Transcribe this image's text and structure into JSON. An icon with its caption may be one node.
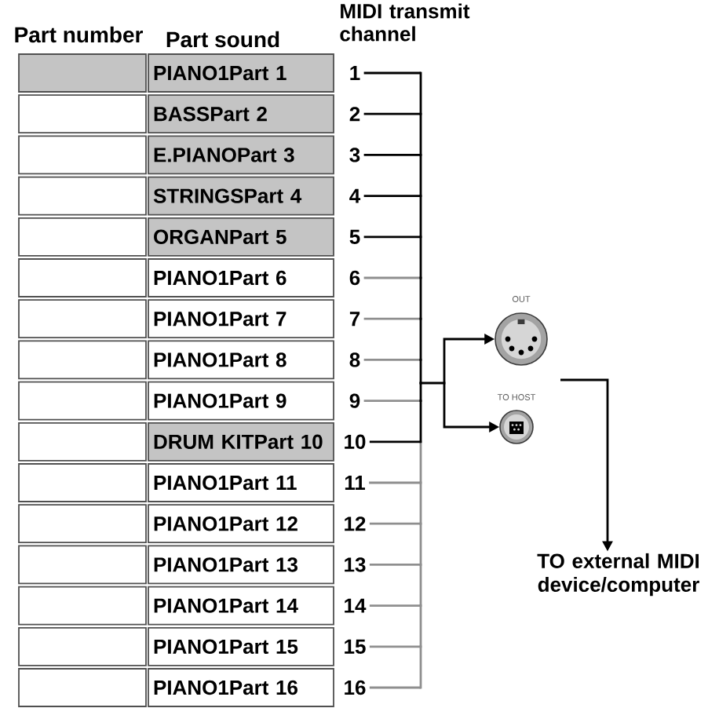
{
  "diagram": {
    "nodes": [
      {
        "text": [],
        "shape": "box"
      },
      {
        "text": [
          "PIANO1Part 1"
        ]
      },
      {
        "text": [
          "1"
        ]
      },
      {
        "text": [],
        "shape": "box"
      },
      {
        "text": [
          "BASSPart 2"
        ]
      },
      {
        "text": [
          "2"
        ]
      },
      {
        "text": [],
        "shape": "box"
      },
      {
        "text": [
          "E.PIANOPart 3"
        ]
      },
      {
        "text": [
          "3"
        ]
      },
      {
        "text": [],
        "shape": "box"
      },
      {
        "text": [
          "STRINGSPart 4"
        ]
      },
      {
        "text": [
          "4"
        ]
      },
      {
        "text": [],
        "shape": "box"
      },
      {
        "text": [
          "ORGANPart 5"
        ]
      },
      {
        "text": [
          "5"
        ]
      },
      {
        "text": [],
        "shape": "box"
      },
      {
        "text": [
          "PIANO1Part 6"
        ]
      },
      {
        "text": [
          "6"
        ]
      },
      {
        "text": [],
        "shape": "box"
      },
      {
        "text": [
          "PIANO1Part 7"
        ]
      },
      {
        "text": [
          "7"
        ]
      },
      {
        "text": [],
        "shape": "box"
      },
      {
        "text": [
          "PIANO1Part 8"
        ]
      },
      {
        "text": [
          "8"
        ]
      },
      {
        "text": [],
        "shape": "box"
      },
      {
        "text": [
          "PIANO1Part 9"
        ]
      },
      {
        "text": [
          "9"
        ]
      },
      {
        "text": [],
        "shape": "box"
      },
      {
        "text": [
          "DRUM KITPart 10"
        ]
      },
      {
        "text": [
          "10"
        ]
      },
      {
        "text": [],
        "shape": "box"
      },
      {
        "text": [
          "PIANO1Part 11"
        ]
      },
      {
        "text": [
          "11"
        ]
      },
      {
        "text": [],
        "shape": "box"
      },
      {
        "text": [
          "PIANO1Part 12"
        ]
      },
      {
        "text": [
          "12"
        ]
      },
      {
        "text": [],
        "shape": "box"
      },
      {
        "text": [
          "PIANO1Part 13"
        ]
      },
      {
        "text": [
          "13"
        ]
      },
      {
        "text": [],
        "shape": "box"
      },
      {
        "text": [
          "PIANO1Part 14"
        ]
      },
      {
        "text": [
          "14"
        ]
      },
      {
        "text": [],
        "shape": "box"
      },
      {
        "text": [
          "PIANO1Part 15"
        ]
      },
      {
        "text": [
          "15"
        ]
      },
      {
        "text": [],
        "shape": "box"
      },
      {
        "text": [
          "PIANO1Part 16"
        ]
      },
      {
        "text": [
          "16"
        ]
      },
      {
        "text": [
          "OUT"
        ]
      },
      {
        "text": [
          "TO HOST"
        ]
      },
      {
        "text": [
          "TO external MIDI device/computer"
        ]
      }
    ],
    "edges": [
      {
        "from": 2,
        "to": 48,
        "arrow": "to",
        "color": "#000000"
      },
      {
        "from": 2,
        "to": 49,
        "arrow": "to",
        "color": "#000000"
      },
      {
        "from": 5,
        "to": 48,
        "arrow": "to",
        "color": "#000000"
      },
      {
        "from": 5,
        "to": 49,
        "arrow": "to",
        "color": "#000000"
      },
      {
        "from": 8,
        "to": 48,
        "arrow": "to",
        "color": "#000000"
      },
      {
        "from": 8,
        "to": 49,
        "arrow": "to",
        "color": "#000000"
      },
      {
        "from": 11,
        "to": 48,
        "arrow": "to",
        "color": "#000000"
      },
      {
        "from": 11,
        "to": 49,
        "arrow": "to",
        "color": "#000000"
      },
      {
        "from": 14,
        "to": 48,
        "arrow": "to",
        "color": "#000000"
      },
      {
        "from": 14,
        "to": 49,
        "arrow": "to",
        "color": "#000000"
      },
      {
        "from": 17,
        "to": 48,
        "arrow": "to"
      },
      {
        "from": 17,
        "to": 49,
        "arrow": "to"
      },
      {
        "from": 20,
        "to": 48,
        "arrow": "to"
      },
      {
        "from": 20,
        "to": 49,
        "arrow": "to"
      },
      {
        "from": 23,
        "to": 48,
        "arrow": "to"
      },
      {
        "from": 23,
        "to": 49,
        "arrow": "to"
      },
      {
        "from": 26,
        "to": 48,
        "arrow": "to"
      },
      {
        "from": 26,
        "to": 49,
        "arrow": "to"
      },
      {
        "from": 29,
        "to": 48,
        "arrow": "to",
        "color": "#000000"
      },
      {
        "from": 29,
        "to": 49,
        "arrow": "to",
        "color": "#000000"
      },
      {
        "from": 32,
        "to": 48,
        "arrow": "to"
      },
      {
        "from": 32,
        "to": 49,
        "arrow": "to"
      },
      {
        "from": 35,
        "to": 48,
        "arrow": "to"
      },
      {
        "from": 35,
        "to": 49,
        "arrow": "to"
      },
      {
        "from": 38,
        "to": 48,
        "arrow": "to"
      },
      {
        "from": 38,
        "to": 49,
        "arrow": "to"
      },
      {
        "from": 41,
        "to": 48,
        "arrow": "to"
      },
      {
        "from": 41,
        "to": 49,
        "arrow": "to"
      },
      {
        "from": 44,
        "to": 48,
        "arrow": "to"
      },
      {
        "from": 44,
        "to": 49,
        "arrow": "to"
      },
      {
        "from": 47,
        "to": 48,
        "arrow": "to"
      },
      {
        "from": 47,
        "to": 49,
        "arrow": "to"
      },
      {
        "from": null,
        "to": 50,
        "arrow": "to",
        "color": "#000000"
      }
    ],
    "labels": [
      "Part number",
      "Part sound",
      "MIDI transmit channel"
    ]
  }
}
